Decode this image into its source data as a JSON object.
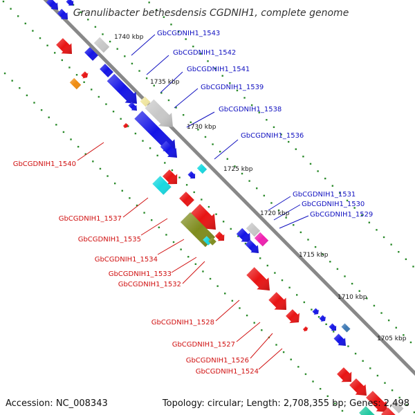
{
  "title": "Granulibacter bethesdensis CGDNIH1, complete genome",
  "accession": "Accession: NC_008343",
  "topology": "Topology: circular; Length: 2,708,355 bp; Genes: 2,498",
  "colors": {
    "background": "#ffffff",
    "backbone": "#888888",
    "tick": "#2a8a2a",
    "forward_label": "#1010c0",
    "reverse_label": "#d01010",
    "gene_blue": "#1414e6",
    "gene_red": "#e81414",
    "gene_gray": "#c8c8c8",
    "gene_cyan": "#18d8e0",
    "gene_olive": "#7f8c1e",
    "gene_magenta": "#f020b0",
    "gene_orange": "#f08c10",
    "gene_yellow": "#f0e6a0",
    "gene_steel": "#3c78b4",
    "gene_teal": "#20c8a0"
  },
  "kbp_labels": [
    "1740 kbp",
    "1735 kbp",
    "1730 kbp",
    "1725 kbp",
    "1720 kbp",
    "1715 kbp",
    "1710 kbp",
    "1705 kbp"
  ],
  "gene_labels": [
    {
      "text": "GbCGDNIH1_1543",
      "strand": "forward"
    },
    {
      "text": "GbCGDNIH1_1542",
      "strand": "forward"
    },
    {
      "text": "GbCGDNIH1_1541",
      "strand": "forward"
    },
    {
      "text": "GbCGDNIH1_1539",
      "strand": "forward"
    },
    {
      "text": "GbCGDNIH1_1538",
      "strand": "forward"
    },
    {
      "text": "GbCGDNIH1_1536",
      "strand": "forward"
    },
    {
      "text": "GbCGDNIH1_1531",
      "strand": "forward"
    },
    {
      "text": "GbCGDNIH1_1530",
      "strand": "forward"
    },
    {
      "text": "GbCGDNIH1_1529",
      "strand": "forward"
    },
    {
      "text": "GbCGDNIH1_1540",
      "strand": "reverse"
    },
    {
      "text": "GbCGDNIH1_1537",
      "strand": "reverse"
    },
    {
      "text": "GbCGDNIH1_1535",
      "strand": "reverse"
    },
    {
      "text": "GbCGDNIH1_1534",
      "strand": "reverse"
    },
    {
      "text": "GbCGDNIH1_1533",
      "strand": "reverse"
    },
    {
      "text": "GbCGDNIH1_1532",
      "strand": "reverse"
    },
    {
      "text": "GbCGDNIH1_1528",
      "strand": "reverse"
    },
    {
      "text": "GbCGDNIH1_1527",
      "strand": "reverse"
    },
    {
      "text": "GbCGDNIH1_1526",
      "strand": "reverse"
    },
    {
      "text": "GbCGDNIH1_1524",
      "strand": "reverse"
    }
  ]
}
